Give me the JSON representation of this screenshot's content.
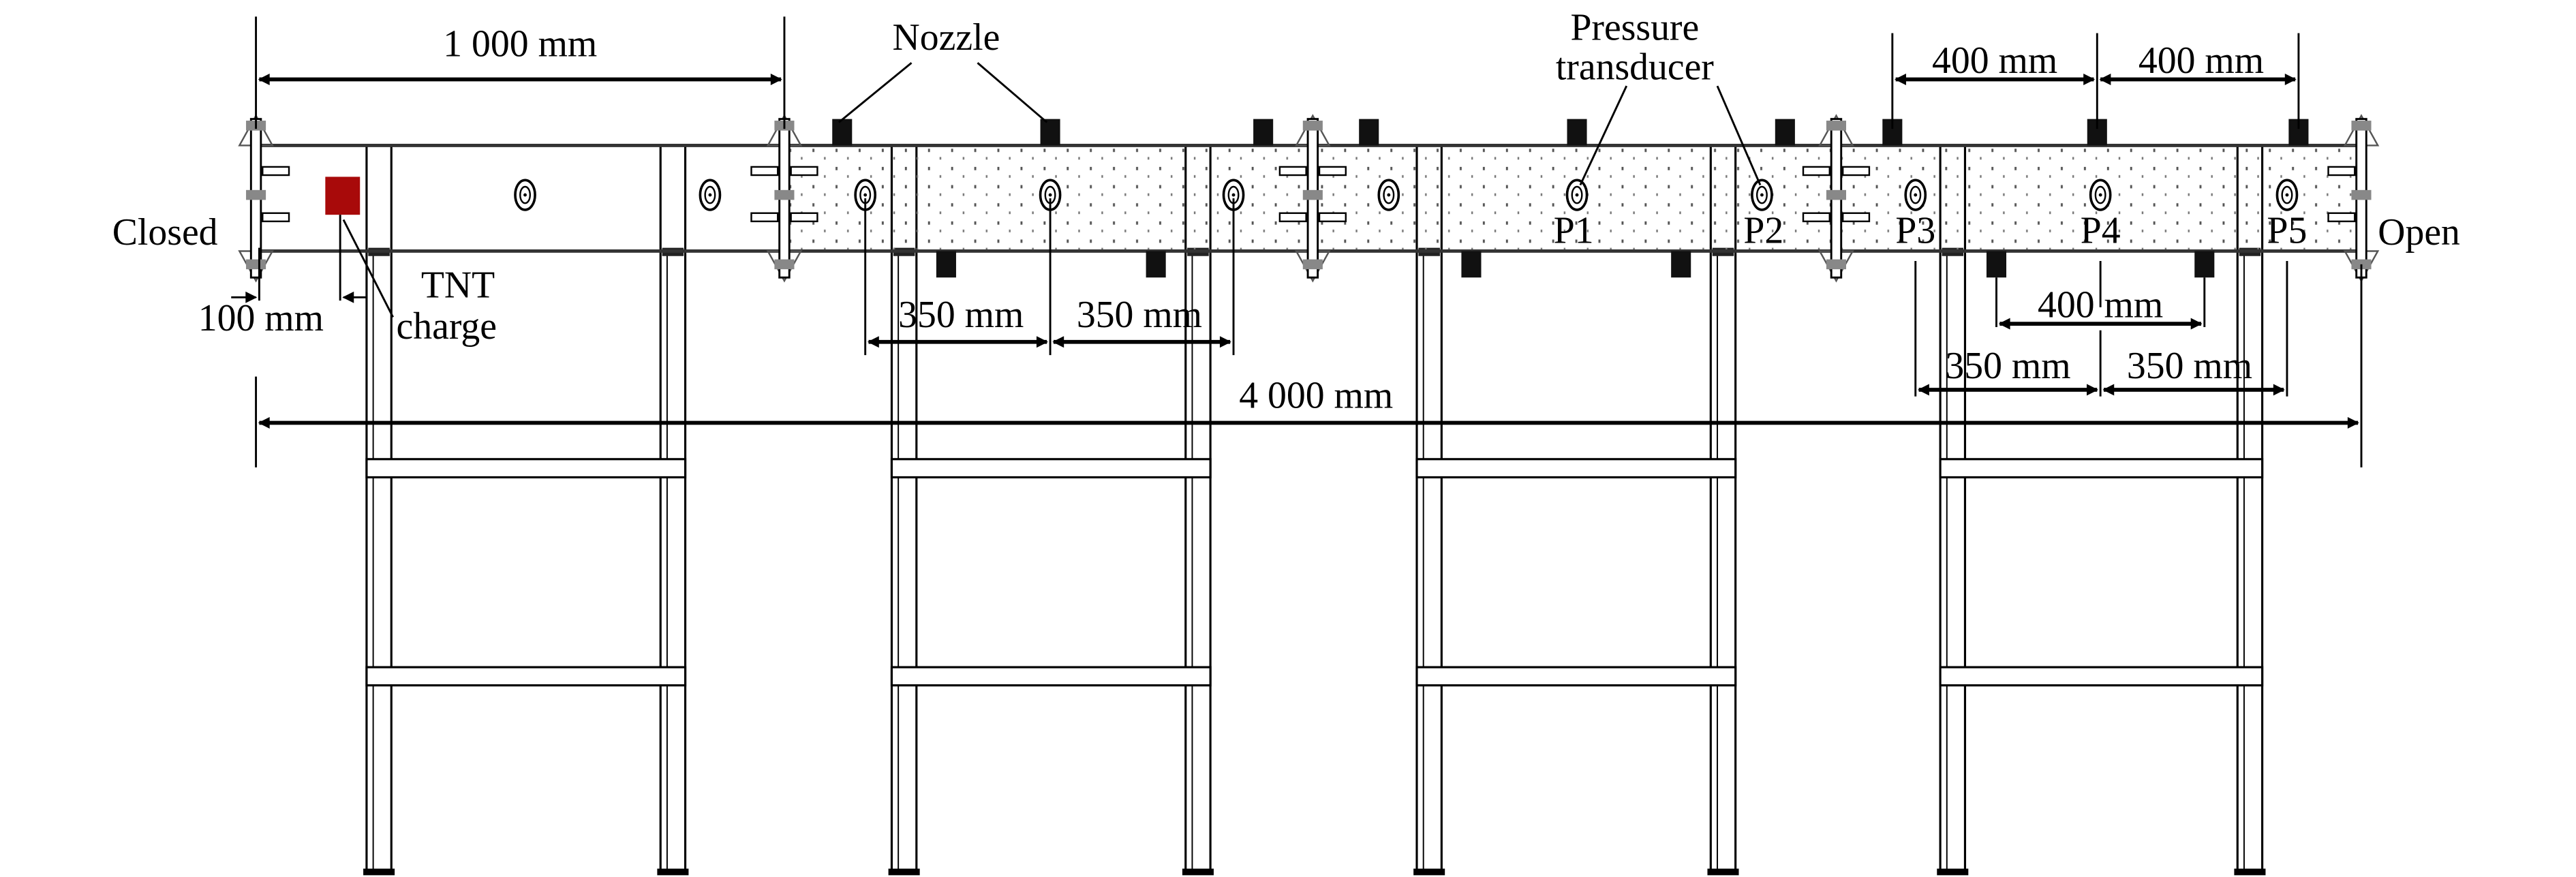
{
  "title_labels": {
    "closed": "Closed",
    "open": "Open",
    "nozzle": "Nozzle",
    "pressure_line1": "Pressure",
    "pressure_line2": "transducer",
    "tnt_line1": "TNT",
    "tnt_line2": "charge"
  },
  "dimensions": {
    "section_length": "1 000 mm",
    "total_length": "4 000 mm",
    "charge_offset": "100 mm",
    "nozzle_spacing_left_1": "350 mm",
    "nozzle_spacing_left_2": "350 mm",
    "nozzle_spacing_top_1": "400 mm",
    "nozzle_spacing_top_2": "400 mm",
    "nozzle_spacing_bottom": "400 mm",
    "transducer_spacing_1": "350 mm",
    "transducer_spacing_2": "350 mm"
  },
  "transducers": [
    "P1",
    "P2",
    "P3",
    "P4",
    "P5"
  ],
  "colors": {
    "tnt_charge": "#a80a0a",
    "line": "#000000",
    "nozzle": "#111111"
  }
}
